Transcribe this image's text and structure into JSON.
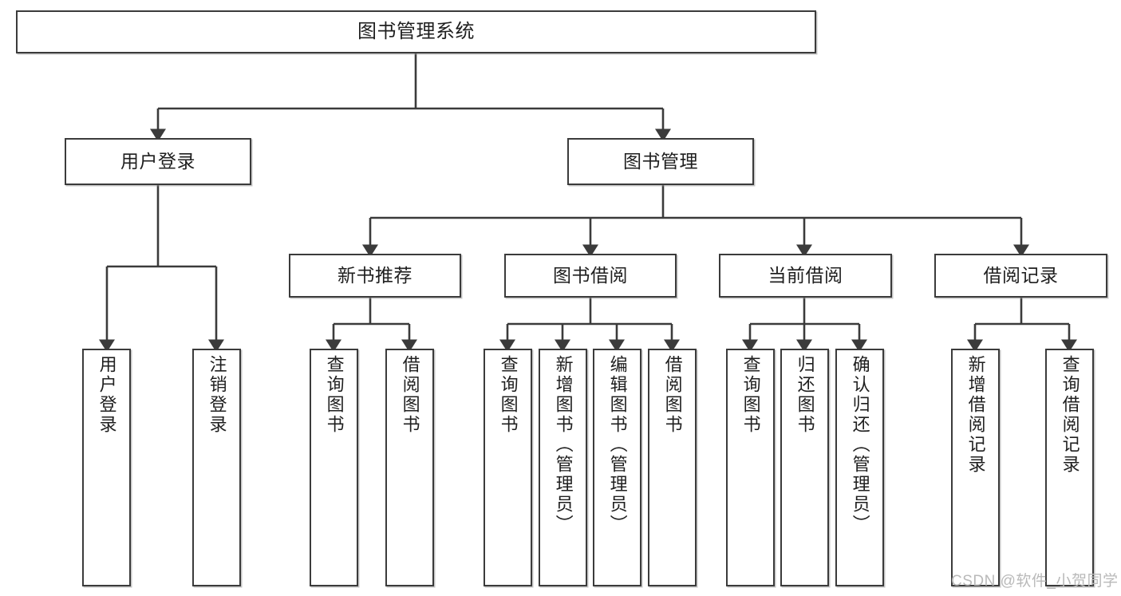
{
  "diagram": {
    "type": "tree-hierarchy",
    "title": "图书管理系统",
    "orientation": "top-down",
    "colors": {
      "box_border": "#3b3b3b",
      "box_fill": "#ffffff",
      "connector": "#3b3b3b",
      "text": "#1f1f1f",
      "watermark": "#b9b9b9",
      "background": "#ffffff"
    },
    "root": {
      "label": "图书管理系统"
    },
    "level2": [
      {
        "id": "user-login",
        "label": "用户登录"
      },
      {
        "id": "book-management",
        "label": "图书管理"
      }
    ],
    "level3": [
      {
        "id": "new-book-recommend",
        "label": "新书推荐",
        "parent": "book-management"
      },
      {
        "id": "book-borrow",
        "label": "图书借阅",
        "parent": "book-management"
      },
      {
        "id": "current-borrow",
        "label": "当前借阅",
        "parent": "book-management"
      },
      {
        "id": "borrow-records",
        "label": "借阅记录",
        "parent": "book-management"
      }
    ],
    "leaves": [
      {
        "id": "leaf-user-login",
        "label": "用户登录",
        "parent": "user-login"
      },
      {
        "id": "leaf-user-logout",
        "label": "注销登录",
        "parent": "user-login"
      },
      {
        "id": "leaf-query-book-recommend",
        "label": "查询图书",
        "parent": "new-book-recommend"
      },
      {
        "id": "leaf-borrow-book-recommend",
        "label": "借阅图书",
        "parent": "new-book-recommend"
      },
      {
        "id": "leaf-query-book-borrow",
        "label": "查询图书",
        "parent": "book-borrow"
      },
      {
        "id": "leaf-add-book",
        "label": "新增图书（管理员）",
        "parent": "book-borrow"
      },
      {
        "id": "leaf-edit-book",
        "label": "编辑图书（管理员）",
        "parent": "book-borrow"
      },
      {
        "id": "leaf-borrow-book",
        "label": "借阅图书",
        "parent": "book-borrow"
      },
      {
        "id": "leaf-query-book-current",
        "label": "查询图书",
        "parent": "current-borrow"
      },
      {
        "id": "leaf-return-book",
        "label": "归还图书",
        "parent": "current-borrow"
      },
      {
        "id": "leaf-confirm-return",
        "label": "确认归还（管理员）",
        "parent": "current-borrow"
      },
      {
        "id": "leaf-add-record",
        "label": "新增借阅记录",
        "parent": "borrow-records"
      },
      {
        "id": "leaf-query-record",
        "label": "查询借阅记录",
        "parent": "borrow-records"
      }
    ]
  },
  "watermark": {
    "text": "CSDN @软件_小贺同学"
  }
}
